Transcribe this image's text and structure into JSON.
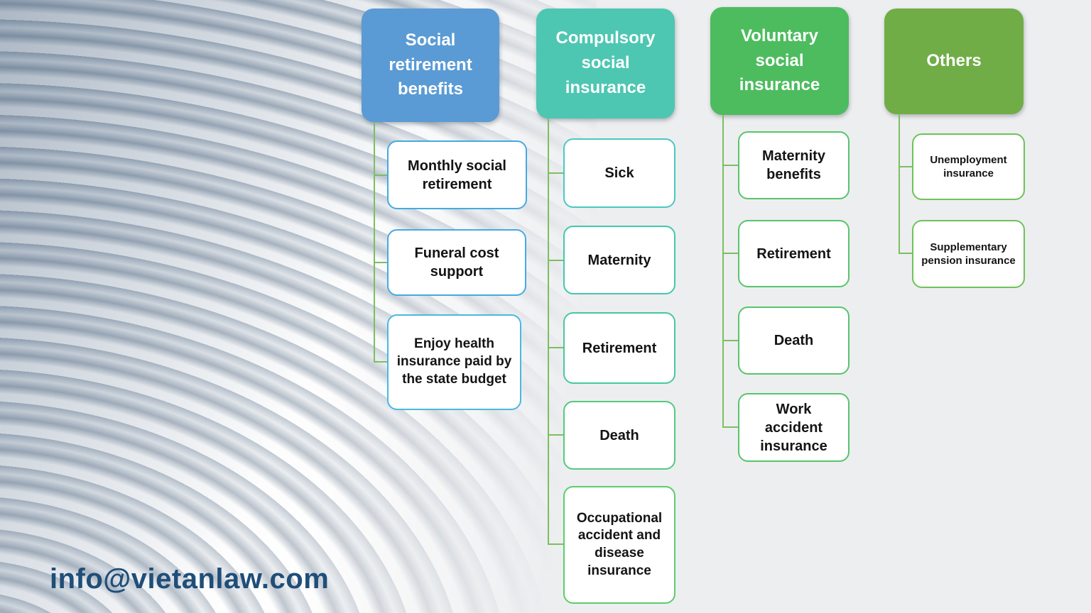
{
  "columns": [
    {
      "title": "Social retirement benefits",
      "color": "#5B9BD5",
      "items": [
        {
          "label": "Monthly social retirement",
          "border": "#45AADF"
        },
        {
          "label": "Funeral cost support",
          "border": "#45AADF"
        },
        {
          "label": "Enjoy health insurance paid by the state budget",
          "border": "#4BB8E0"
        }
      ]
    },
    {
      "title": "Compulsory social insurance",
      "color": "#4EC7B2",
      "items": [
        {
          "label": "Sick",
          "border": "#4AC8C4"
        },
        {
          "label": "Maternity",
          "border": "#44C7AE"
        },
        {
          "label": "Retirement",
          "border": "#47C89E"
        },
        {
          "label": "Death",
          "border": "#53CA80"
        },
        {
          "label": "Occupational accident and disease insurance",
          "border": "#5CCC6C"
        }
      ]
    },
    {
      "title": "Voluntary social insurance",
      "color": "#4CBC5E",
      "items": [
        {
          "label": "Maternity benefits",
          "border": "#58C56C"
        },
        {
          "label": "Retirement",
          "border": "#58C56C"
        },
        {
          "label": "Death",
          "border": "#58C56C"
        },
        {
          "label": "Work accident insurance",
          "border": "#58C56C"
        }
      ]
    },
    {
      "title": "Others",
      "color": "#70AD47",
      "items": [
        {
          "label": "Unemployment insurance",
          "border": "#6FC257"
        },
        {
          "label": "Supplementary pension insurance",
          "border": "#6FC257"
        }
      ]
    }
  ],
  "footer": {
    "email": "info@vietanlaw.com"
  },
  "theme": {
    "connector": "#7CBE62",
    "email_color": "#1F4E79",
    "background": "#EDEEF0"
  }
}
